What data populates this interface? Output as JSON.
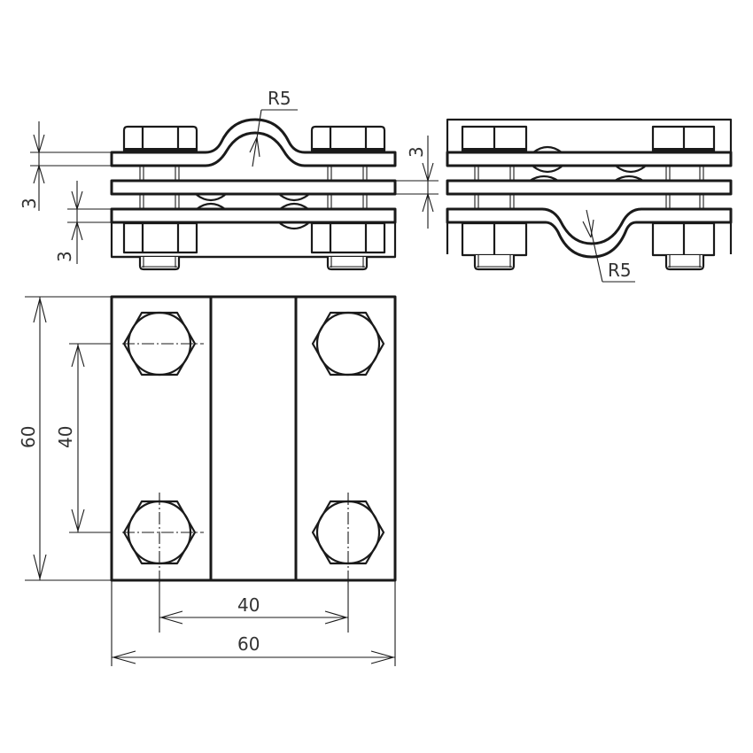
{
  "drawing": {
    "type": "technical drawing - cross connector clamp, three-plate, four bolts",
    "views": {
      "side_view_left": {
        "radius_label": "R5",
        "plate_thickness_labels": [
          "3",
          "3"
        ]
      },
      "side_view_right": {
        "radius_label": "R5",
        "plate_gap_label": "3"
      },
      "plan_view": {
        "height_overall": "60",
        "bolt_spacing_vertical": "40",
        "bolt_spacing_horizontal": "40",
        "width_overall": "60"
      }
    },
    "colors": {
      "line": "#1a1a1a",
      "text": "#333333",
      "background": "#ffffff"
    }
  }
}
